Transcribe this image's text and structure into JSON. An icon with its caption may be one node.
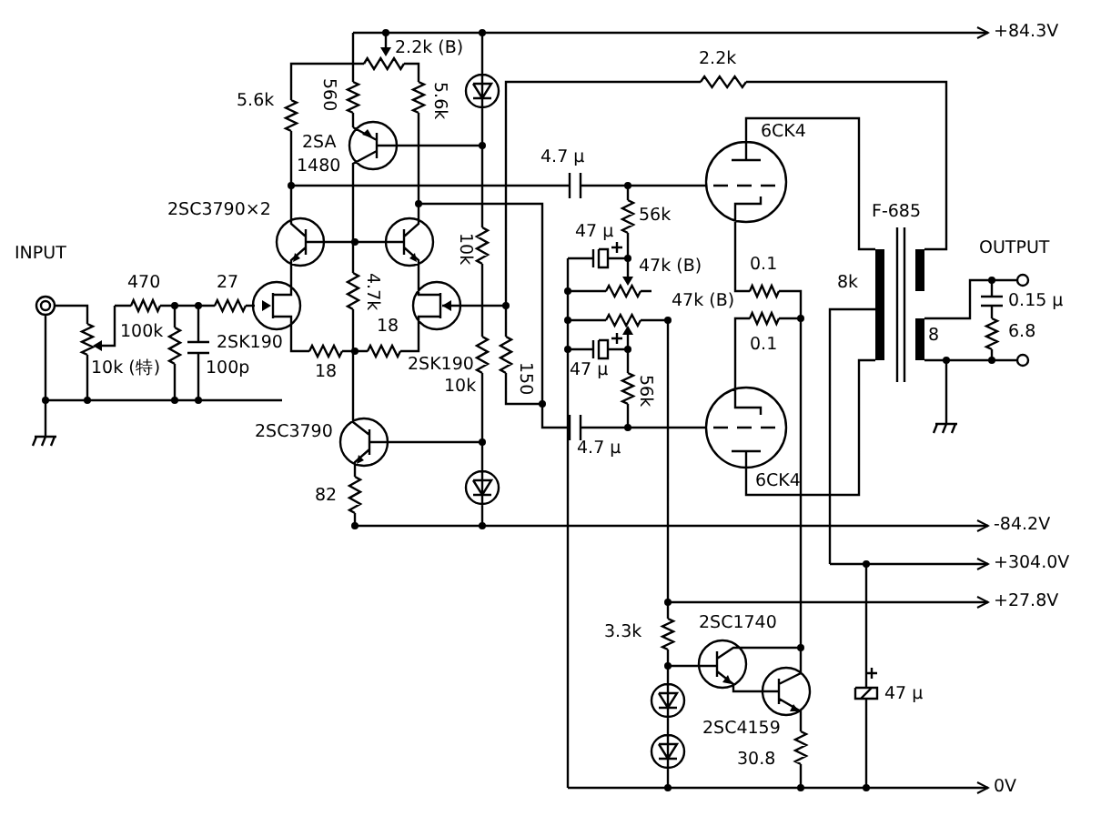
{
  "diagram": {
    "nodes": [
      {
        "text": [
          "+84.3V"
        ]
      },
      {
        "text": [
          "-84.2V"
        ]
      },
      {
        "text": [
          "+304.0V"
        ]
      },
      {
        "text": [
          "+27.8V"
        ]
      },
      {
        "text": [
          "0V"
        ]
      }
    ],
    "edges": [
      {
        "from": null,
        "to": 0,
        "arrow": "to"
      },
      {
        "from": null,
        "to": 1,
        "arrow": "to"
      },
      {
        "from": null,
        "to": 2,
        "arrow": "to"
      },
      {
        "from": null,
        "to": 3,
        "arrow": "to"
      },
      {
        "from": null,
        "to": 4,
        "arrow": "to"
      }
    ],
    "labels": [
      "2.2k (B)",
      "2.2k",
      "5.6k",
      "560",
      "5.6k",
      "2SA",
      "1480",
      "6CK4",
      "4.7 μ",
      "56k",
      "2SC3790×2",
      "47 μ",
      "47k (B)",
      "10k",
      "F-685",
      "OUTPUT",
      "0.1",
      "INPUT",
      "4.7k",
      "47k (B)",
      "8k",
      "470",
      "27",
      "18",
      "0.15 μ",
      "100k",
      "2SK190",
      "0.1",
      "8",
      "6.8",
      "47 μ",
      "18",
      "2SK190",
      "10k",
      "150",
      "56k",
      "10k (特)",
      "100p",
      "2SC3790",
      "4.7 μ",
      "6CK4",
      "82",
      "3.3k",
      "2SC1740",
      "47 μ",
      "2SC4159",
      "30.8"
    ]
  }
}
